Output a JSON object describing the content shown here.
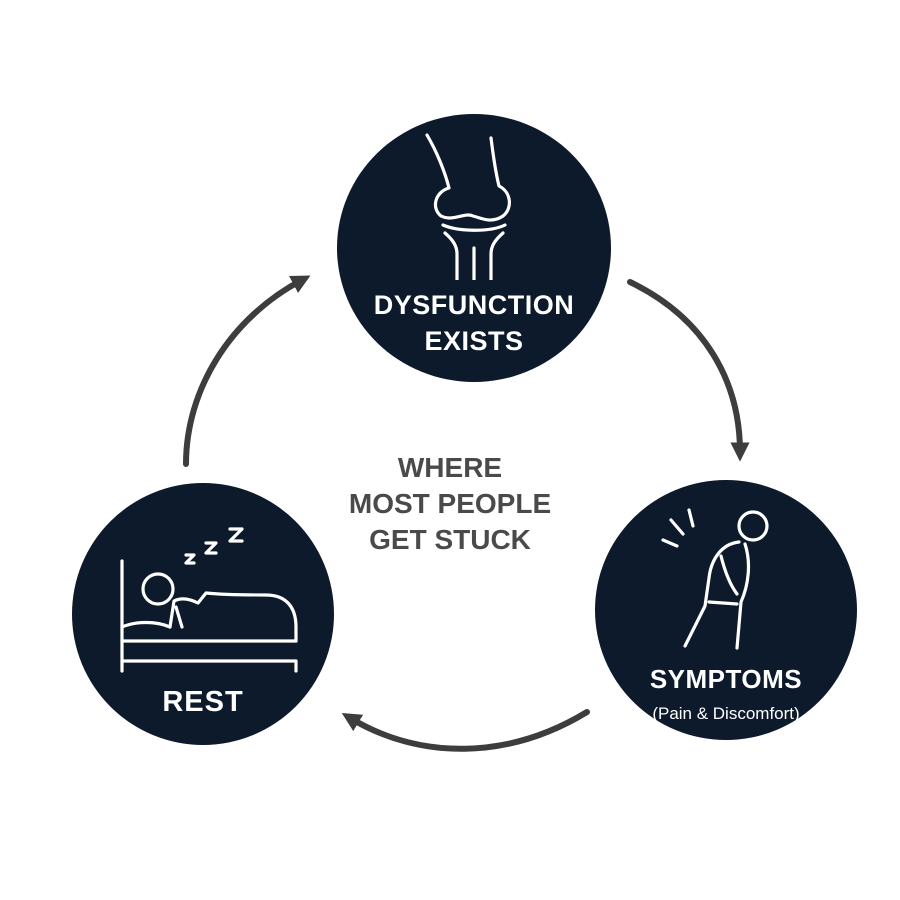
{
  "colors": {
    "circle": "#0c1a2b",
    "arrow": "#3d3d3d",
    "center_text": "#4a4a4a",
    "background": "#ffffff"
  },
  "nodes": {
    "dysfunction": {
      "line1": "DYSFUNCTION",
      "line2": "EXISTS",
      "icon": "knee-joint-icon"
    },
    "symptoms": {
      "line1": "SYMPTOMS",
      "line2": "(Pain & Discomfort)",
      "icon": "person-in-pain-icon"
    },
    "rest": {
      "line1": "REST",
      "icon": "person-sleeping-in-bed-icon"
    }
  },
  "center": {
    "lines": [
      "WHERE",
      "MOST PEOPLE",
      "GET STUCK"
    ]
  },
  "cycle": [
    "dysfunction",
    "symptoms",
    "rest"
  ]
}
